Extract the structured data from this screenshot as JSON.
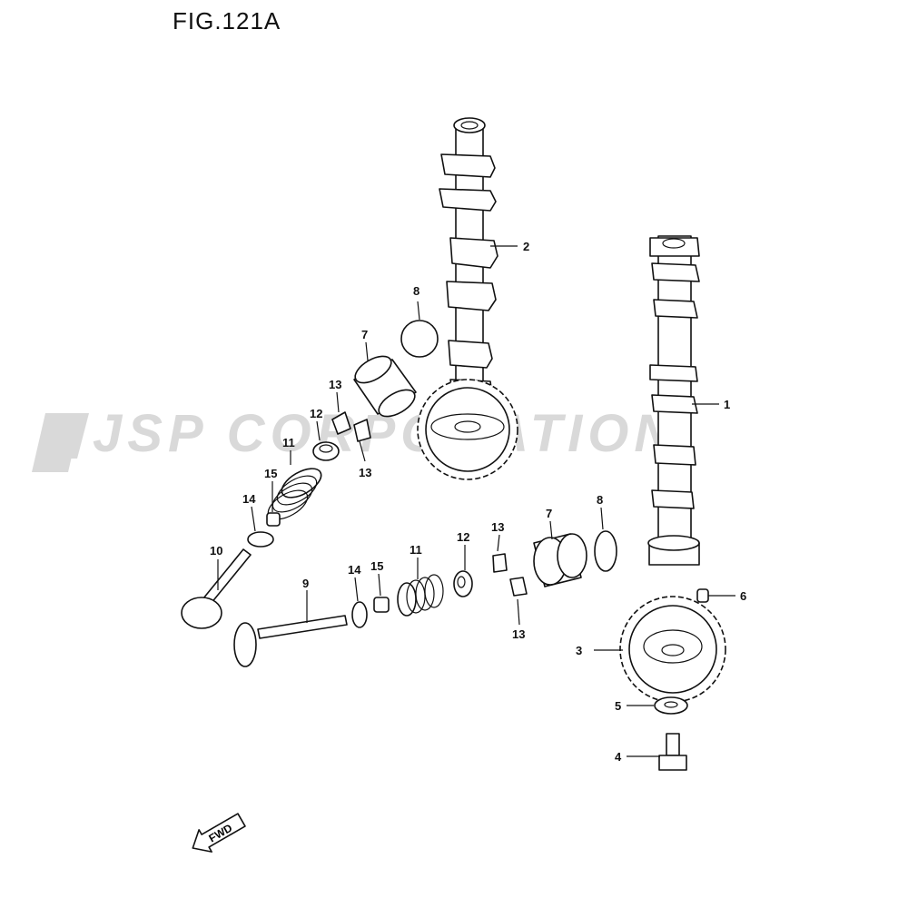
{
  "figure": {
    "title": "FIG.121A"
  },
  "watermark": {
    "text": "JSP CORPORATION",
    "color": "#d9d9d9"
  },
  "callouts": [
    {
      "id": "c1",
      "label": "1"
    },
    {
      "id": "c2",
      "label": "2"
    },
    {
      "id": "c3",
      "label": "3"
    },
    {
      "id": "c4",
      "label": "4"
    },
    {
      "id": "c5",
      "label": "5"
    },
    {
      "id": "c6",
      "label": "6"
    },
    {
      "id": "c7a",
      "label": "7"
    },
    {
      "id": "c7b",
      "label": "7"
    },
    {
      "id": "c8a",
      "label": "8"
    },
    {
      "id": "c8b",
      "label": "8"
    },
    {
      "id": "c9",
      "label": "9"
    },
    {
      "id": "c10",
      "label": "10"
    },
    {
      "id": "c11a",
      "label": "11"
    },
    {
      "id": "c11b",
      "label": "11"
    },
    {
      "id": "c12a",
      "label": "12"
    },
    {
      "id": "c12b",
      "label": "12"
    },
    {
      "id": "c13a",
      "label": "13"
    },
    {
      "id": "c13b",
      "label": "13"
    },
    {
      "id": "c13c",
      "label": "13"
    },
    {
      "id": "c13d",
      "label": "13"
    },
    {
      "id": "c14a",
      "label": "14"
    },
    {
      "id": "c14b",
      "label": "14"
    },
    {
      "id": "c15a",
      "label": "15"
    },
    {
      "id": "c15b",
      "label": "15"
    }
  ],
  "fwd_arrow": {
    "text": "FWD"
  }
}
